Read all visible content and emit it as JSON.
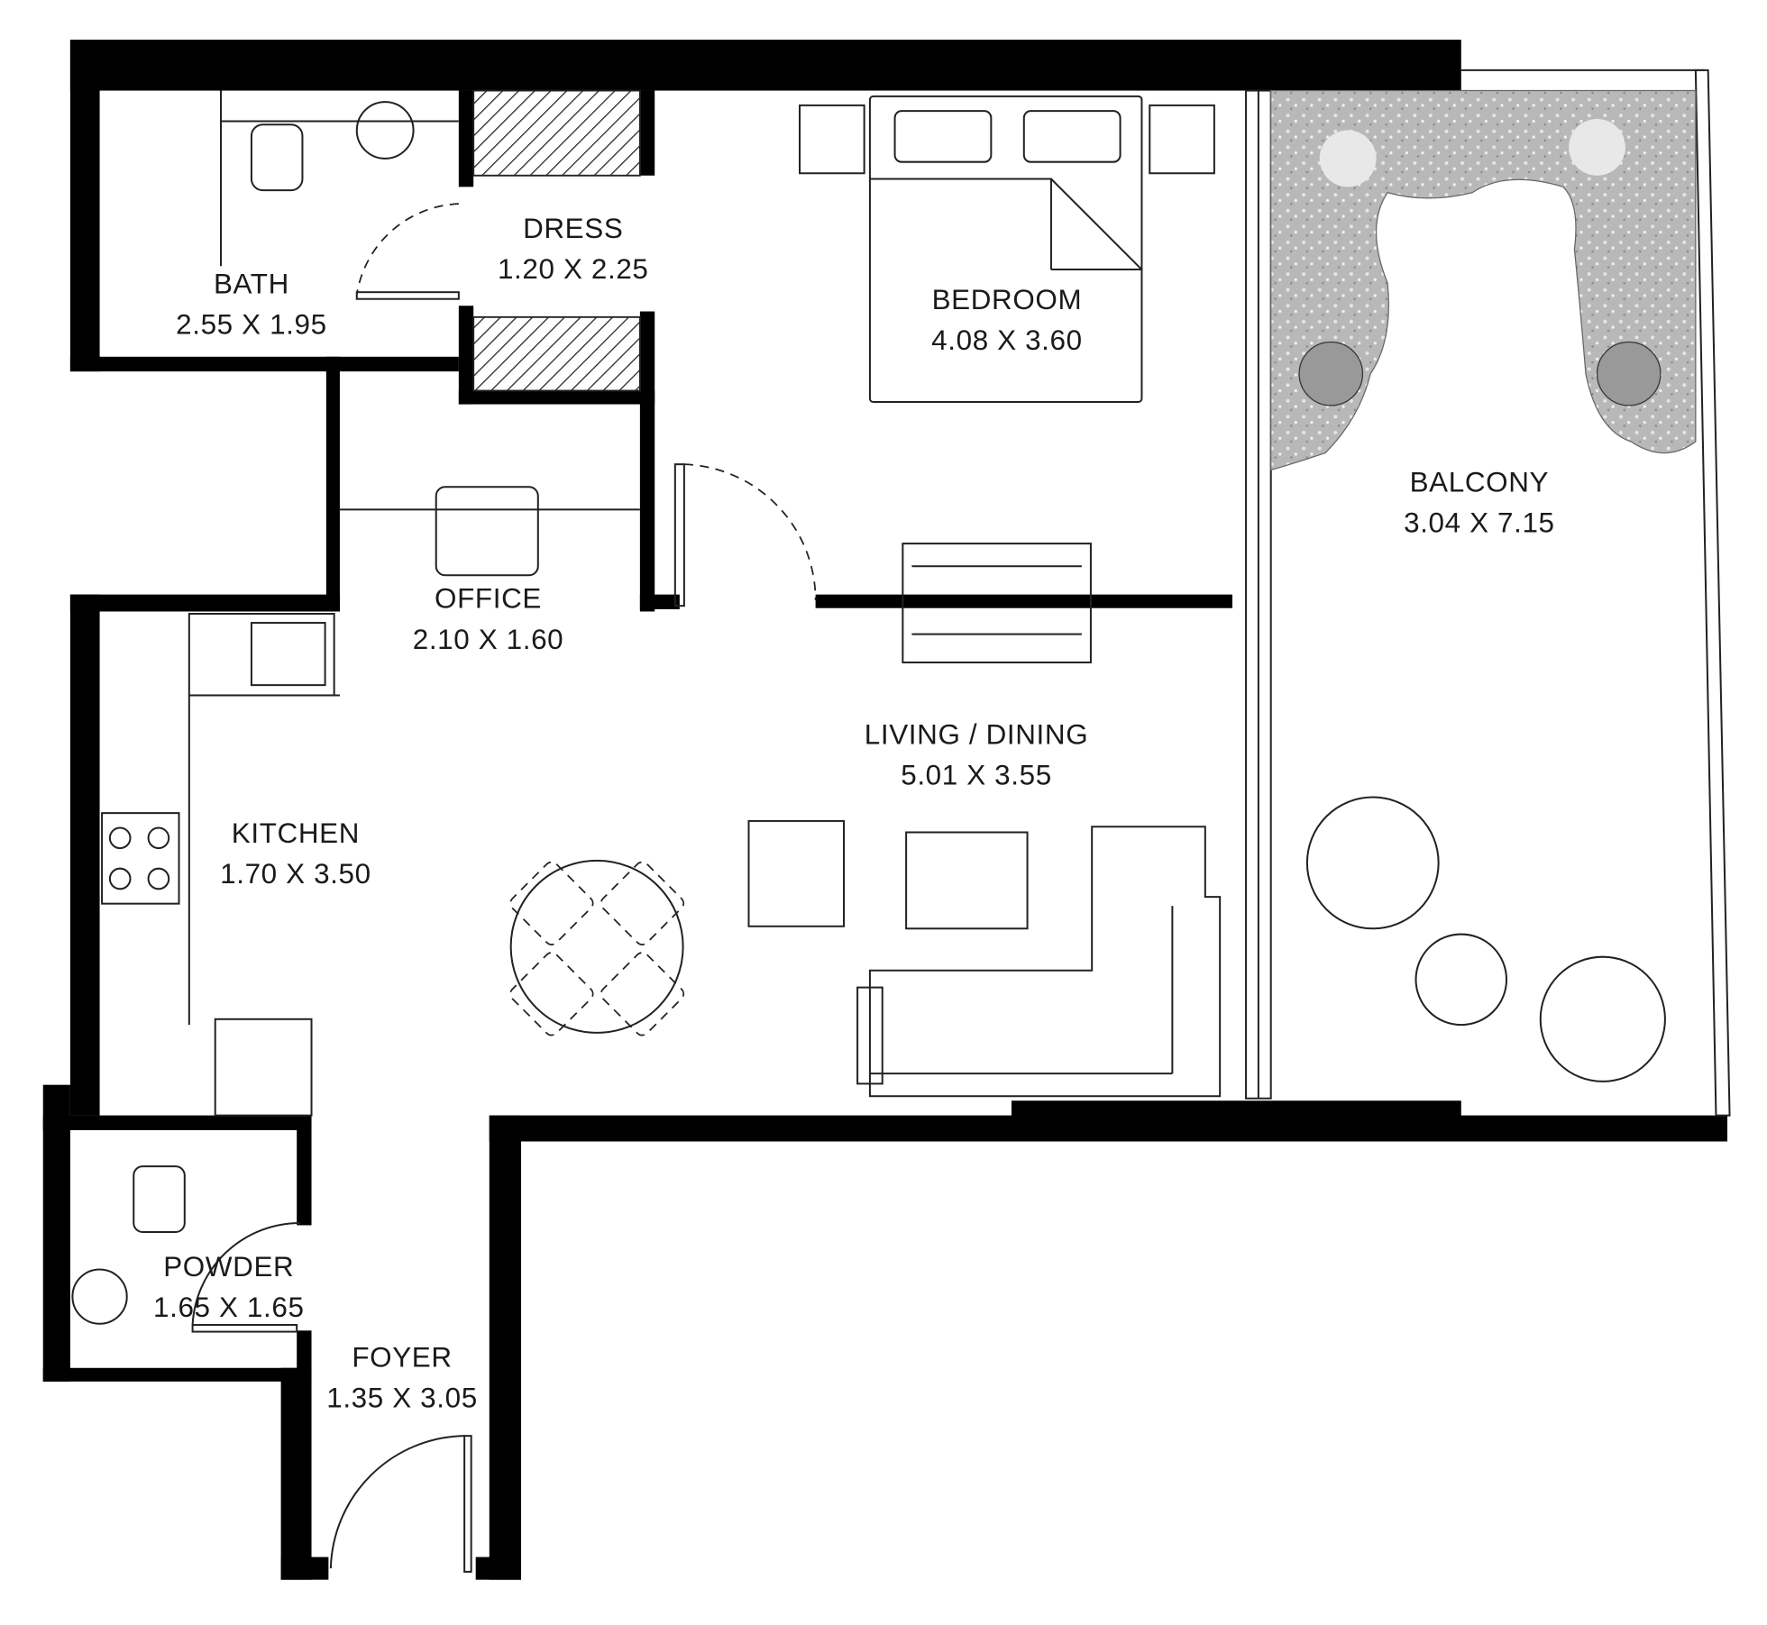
{
  "floor_plan": {
    "rooms": {
      "bath": {
        "name": "BATH",
        "dims": "2.55 X 1.95"
      },
      "dress": {
        "name": "DRESS",
        "dims": "1.20 X 2.25"
      },
      "bedroom": {
        "name": "BEDROOM",
        "dims": "4.08 X 3.60"
      },
      "balcony": {
        "name": "BALCONY",
        "dims": "3.04 X 7.15"
      },
      "office": {
        "name": "OFFICE",
        "dims": "2.10 X 1.60"
      },
      "living": {
        "name": "LIVING / DINING",
        "dims": "5.01 X 3.55"
      },
      "kitchen": {
        "name": "KITCHEN",
        "dims": "1.70 X 3.50"
      },
      "powder": {
        "name": "POWDER",
        "dims": "1.65 X 1.65"
      },
      "foyer": {
        "name": "FOYER",
        "dims": "1.35 X 3.05"
      }
    },
    "colors": {
      "wall": "#000000",
      "planter": "#bdbdbd",
      "line": "#222222"
    }
  }
}
